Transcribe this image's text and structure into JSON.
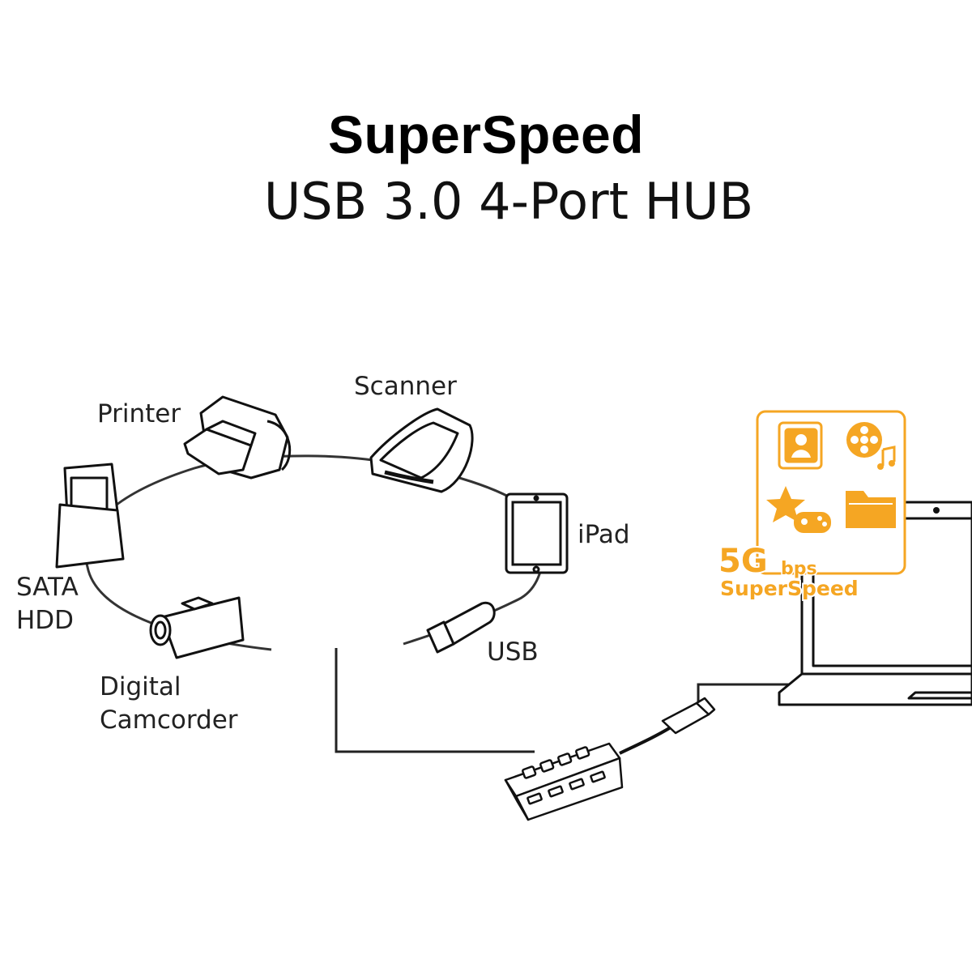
{
  "title": "SuperSpeed",
  "subtitle": "USB 3.0 4-Port HUB",
  "devices": {
    "printer": "Printer",
    "scanner": "Scanner",
    "ipad": "iPad",
    "sata_line1": "SATA",
    "sata_line2": "HDD",
    "camcorder_line1": "Digital",
    "camcorder_line2": "Camcorder",
    "usb": "USB"
  },
  "badge": {
    "speed_big": "5G",
    "speed_unit": "bps",
    "speed_label": "SuperSpeed"
  },
  "colors": {
    "accent": "#f5a623",
    "line": "#222222"
  }
}
